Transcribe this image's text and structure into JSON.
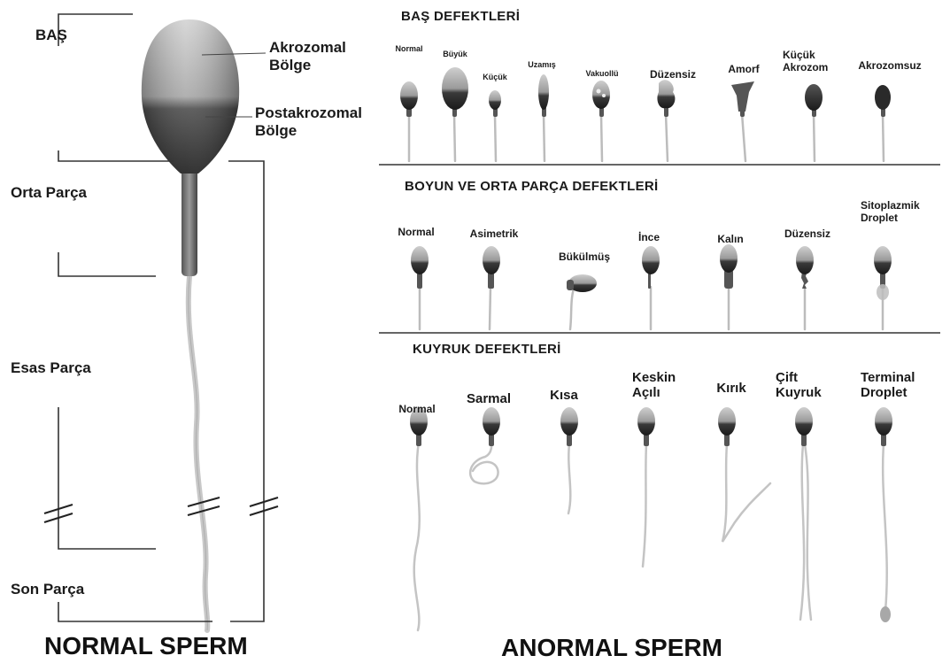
{
  "normal": {
    "title": "NORMAL SPERM",
    "labels": {
      "head": "BAŞ",
      "acrosomal": "Akrozomal Bölge",
      "postacrosomal": "Postakrozomal Bölge",
      "midpiece": "Orta Parça",
      "principal": "Esas Parça",
      "endpiece": "Son Parça"
    }
  },
  "abnormal": {
    "title": "ANORMAL SPERM",
    "sections": [
      {
        "title": "BAŞ DEFEKTLERİ",
        "items": [
          "Normal",
          "Büyük",
          "Küçük",
          "Uzamış",
          "Vakuollü",
          "Düzensiz",
          "Amorf",
          "Küçük Akrozom",
          "Akrozomsuz"
        ]
      },
      {
        "title": "BOYUN VE ORTA PARÇA DEFEKTLERİ",
        "items": [
          "Normal",
          "Asimetrik",
          "Bükülmüş",
          "İnce",
          "Kalın",
          "Düzensiz",
          "Sitoplazmik Droplet"
        ]
      },
      {
        "title": "KUYRUK DEFEKTLERİ",
        "items": [
          "Normal",
          "Sarmal",
          "Kısa",
          "Keskin Açılı",
          "Kırık",
          "Çift Kuyruk",
          "Terminal Droplet"
        ]
      }
    ]
  }
}
